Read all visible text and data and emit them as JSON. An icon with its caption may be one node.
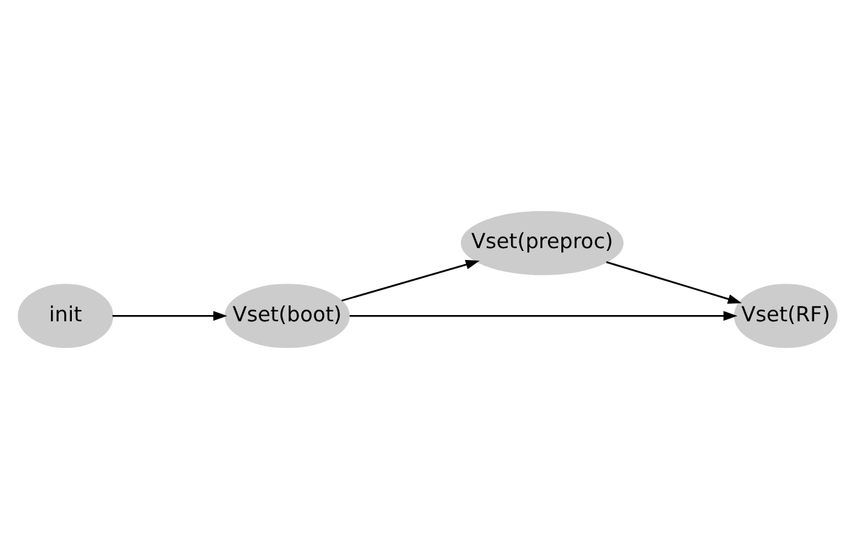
{
  "diagram": {
    "nodes": [
      {
        "text": [
          "init"
        ]
      },
      {
        "text": [
          "Vset(boot)"
        ]
      },
      {
        "text": [
          "Vset(preproc)"
        ]
      },
      {
        "text": [
          "Vset(RF)"
        ]
      }
    ],
    "edges": [
      {
        "from": 0,
        "to": 1,
        "arrow": "to"
      },
      {
        "from": 1,
        "to": 2,
        "arrow": "to"
      },
      {
        "from": 1,
        "to": 3,
        "arrow": "to"
      },
      {
        "from": 2,
        "to": 3,
        "arrow": "to"
      }
    ]
  }
}
